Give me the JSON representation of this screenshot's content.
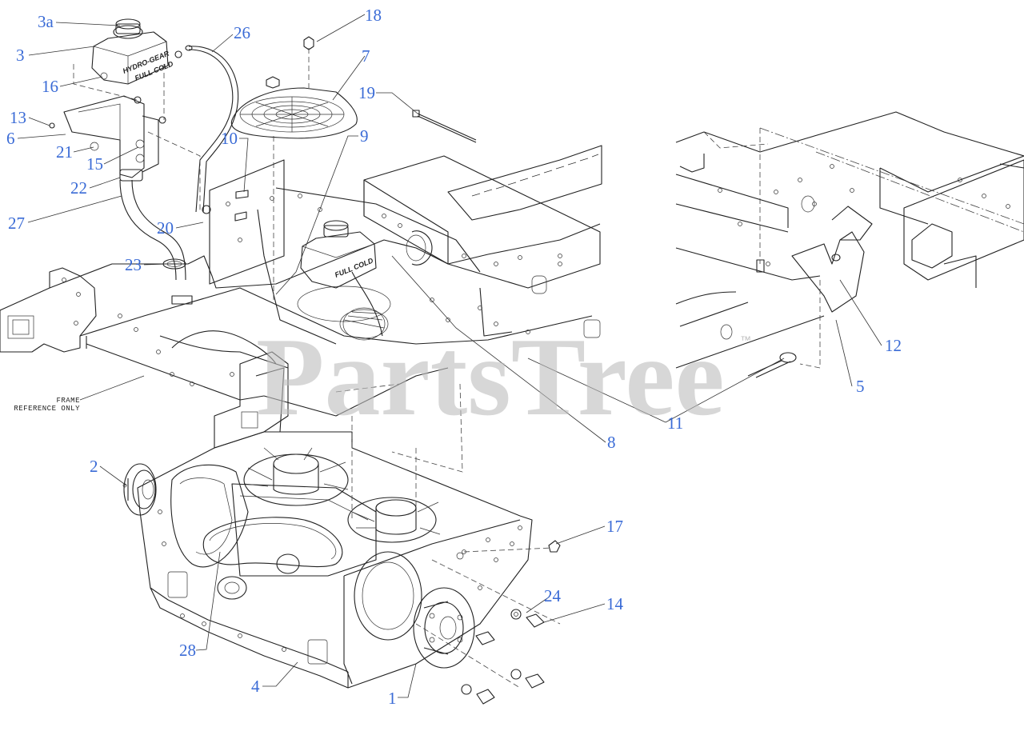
{
  "watermark": "PartsTree",
  "watermark_mark": "™",
  "frame_note": [
    "FRAME",
    "REFERENCE ONLY"
  ],
  "tank_labels": {
    "brand": "HYDRO-GEAR",
    "level": "FULL COLD"
  },
  "callouts": [
    {
      "id": "3a",
      "label": "3a"
    },
    {
      "id": "3",
      "label": "3"
    },
    {
      "id": "16",
      "label": "16"
    },
    {
      "id": "13",
      "label": "13"
    },
    {
      "id": "6",
      "label": "6"
    },
    {
      "id": "21",
      "label": "21"
    },
    {
      "id": "15",
      "label": "15"
    },
    {
      "id": "22",
      "label": "22"
    },
    {
      "id": "27",
      "label": "27"
    },
    {
      "id": "26",
      "label": "26"
    },
    {
      "id": "18",
      "label": "18"
    },
    {
      "id": "7",
      "label": "7"
    },
    {
      "id": "19",
      "label": "19"
    },
    {
      "id": "10",
      "label": "10"
    },
    {
      "id": "9",
      "label": "9"
    },
    {
      "id": "20",
      "label": "20"
    },
    {
      "id": "23",
      "label": "23"
    },
    {
      "id": "12",
      "label": "12"
    },
    {
      "id": "5",
      "label": "5"
    },
    {
      "id": "11",
      "label": "11"
    },
    {
      "id": "8",
      "label": "8"
    },
    {
      "id": "2",
      "label": "2"
    },
    {
      "id": "17",
      "label": "17"
    },
    {
      "id": "24",
      "label": "24"
    },
    {
      "id": "14",
      "label": "14"
    },
    {
      "id": "28",
      "label": "28"
    },
    {
      "id": "4",
      "label": "4"
    },
    {
      "id": "1",
      "label": "1"
    }
  ]
}
